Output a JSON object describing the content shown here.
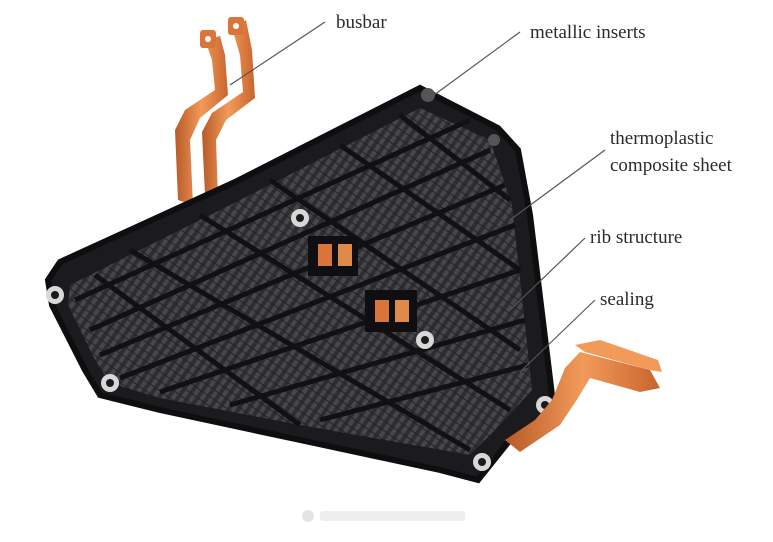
{
  "annotations": {
    "busbar": "busbar",
    "metallic_inserts": "metallic inserts",
    "sheet_line1": "thermoplastic",
    "sheet_line2": "composite sheet",
    "rib_structure": "rib structure",
    "sealing": "sealing"
  },
  "colors": {
    "background": "#ffffff",
    "tray_dark": "#1b1b1d",
    "carbon_weave": "#3a3a3e",
    "copper": "#d9743a",
    "copper_highlight": "#f29a5a",
    "leader_line": "#555555"
  },
  "icons": {
    "bolt_washer": "washer-icon",
    "terminal": "connector-terminal-icon"
  }
}
